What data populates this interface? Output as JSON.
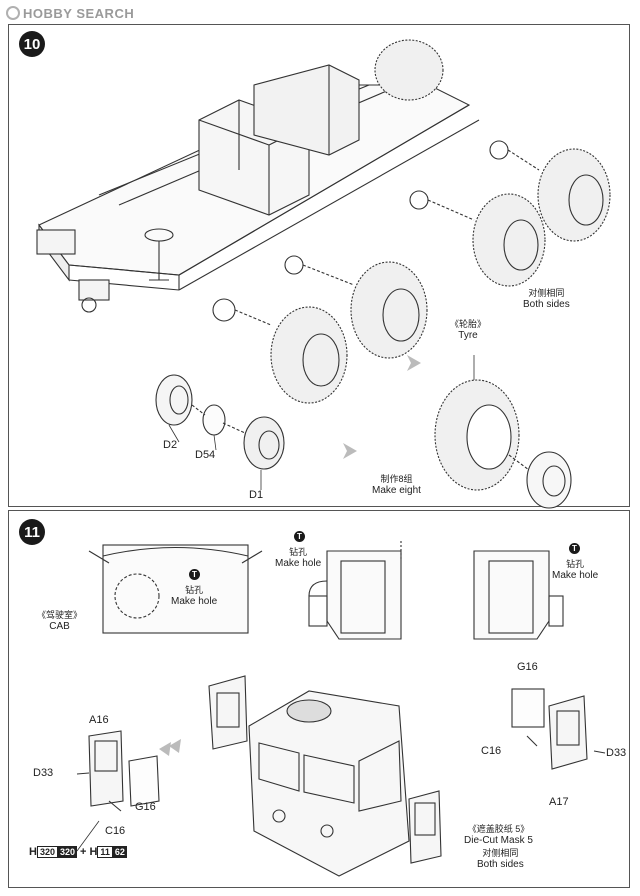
{
  "watermark": {
    "text": "HOBBY SEARCH"
  },
  "step10": {
    "number": "10",
    "labels": {
      "both_sides_cn": "对侧相同",
      "both_sides_en": "Both sides",
      "tyre_cn": "《轮胎》",
      "tyre_en": "Tyre",
      "make_eight_cn": "制作8组",
      "make_eight_en": "Make eight"
    },
    "parts": {
      "d2": "D2",
      "d54": "D54",
      "d1": "D1"
    }
  },
  "step11": {
    "number": "11",
    "labels": {
      "make_hole_cn": "钻孔",
      "make_hole_en": "Make hole",
      "make_hole_mark": "T",
      "cab_cn": "《驾驶室》",
      "cab_en": "CAB",
      "mask_cn": "《遮盖胶纸 5》",
      "mask_en": "Die-Cut Mask 5",
      "both_sides_cn": "对侧相同",
      "both_sides_en": "Both sides"
    },
    "parts": {
      "a16": "A16",
      "d33_left": "D33",
      "g16_left": "G16",
      "c16_left": "C16",
      "g16_right": "G16",
      "c16_right": "C16",
      "d33_right": "D33",
      "a17": "A17"
    },
    "paint": {
      "h_letter_1": "H",
      "h_code_1a": "320",
      "h_code_1b": "320",
      "plus": "+",
      "h_letter_2": "H",
      "h_code_2a": "11",
      "h_code_2b": "62"
    }
  }
}
